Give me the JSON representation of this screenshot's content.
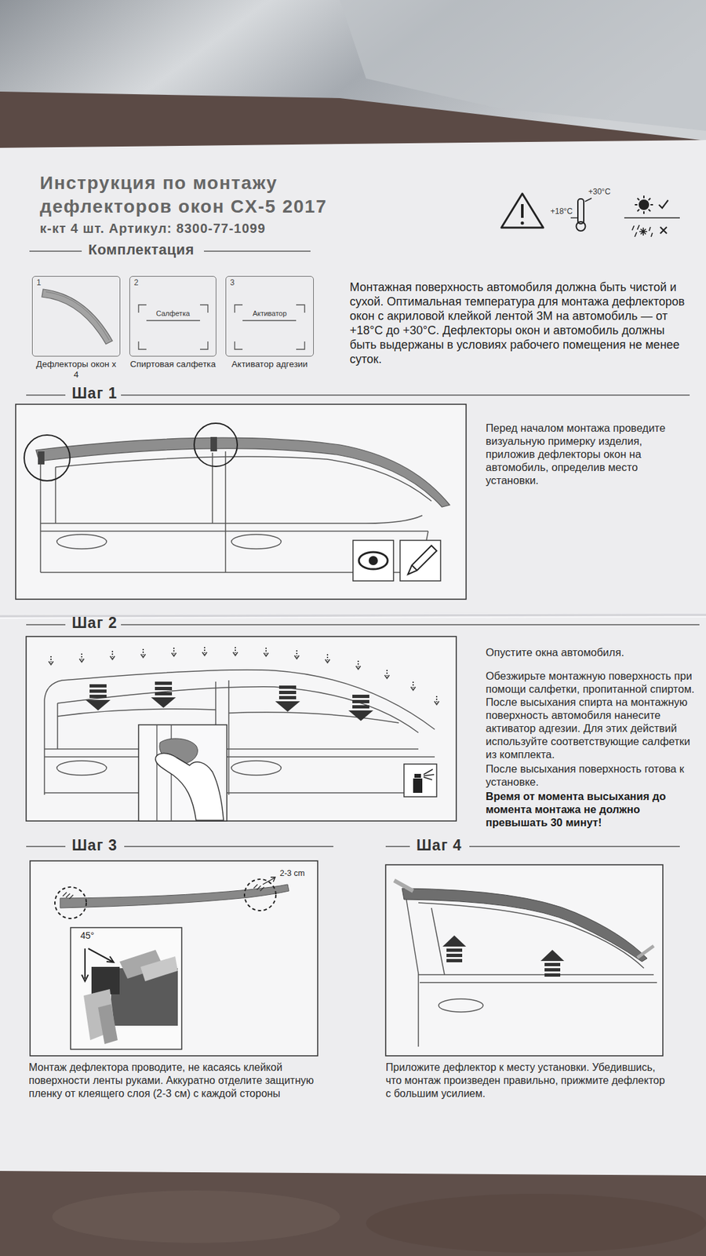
{
  "diagram": {
    "title": "Инструкция по монтажу дефлекторов окон CX-5 2017",
    "nodes": [
      {
        "text": [
          "1",
          "Дефлекторы окон х 4"
        ]
      },
      {
        "text": [
          "2",
          "Салфетка",
          "Спиртовая салфетка"
        ]
      },
      {
        "text": [
          "3",
          "Активатор",
          "Активатор адгезии"
        ]
      }
    ],
    "labels": [
      "к-кт 4 шт. Артикул: 8300-77-1099",
      "Комплектация",
      "+30°C",
      "+18°C",
      "Монтажная поверхность автомобиля должна быть чистой и сухой. Оптимальная температура для монтажа дефлекторов окон с акриловой клейкой лентой 3М на автомобиль — от +18°С до +30°С. Дефлекторы окон и автомобиль должны быть выдержаны в условиях рабочего помещения не менее суток.",
      "Шаг 1",
      "Перед началом монтажа проведите визуальную примерку изделия, приложив дефлекторы окон на автомобиль, определив место установки.",
      "Шаг 2",
      "Опустите окна автомобиля.",
      "Обезжирьте монтажную поверхность при помощи салфетки, пропитанной спиртом. После высыхания спирта на монтажную поверхность автомобиля нанесите активатор адгезии. Для этих действий используйте соответствующие салфетки из комплекта.",
      "После высыхания поверхность готова к установке.",
      "Время от момента высыхания до момента монтажа не должно превышать 30 минут!",
      "Шаг 3",
      "2-3 cm",
      "45°",
      "Монтаж дефлектора проводите, не касаясь клейкой поверхности ленты руками. Аккуратно отделите защитную пленку от клеящего слоя (2-3 см) с каждой стороны",
      "Шаг 4",
      "Приложите дефлектор к месту установки. Убедившись, что монтаж произведен правильно, прижмите дефлектор с большим усилием."
    ]
  }
}
